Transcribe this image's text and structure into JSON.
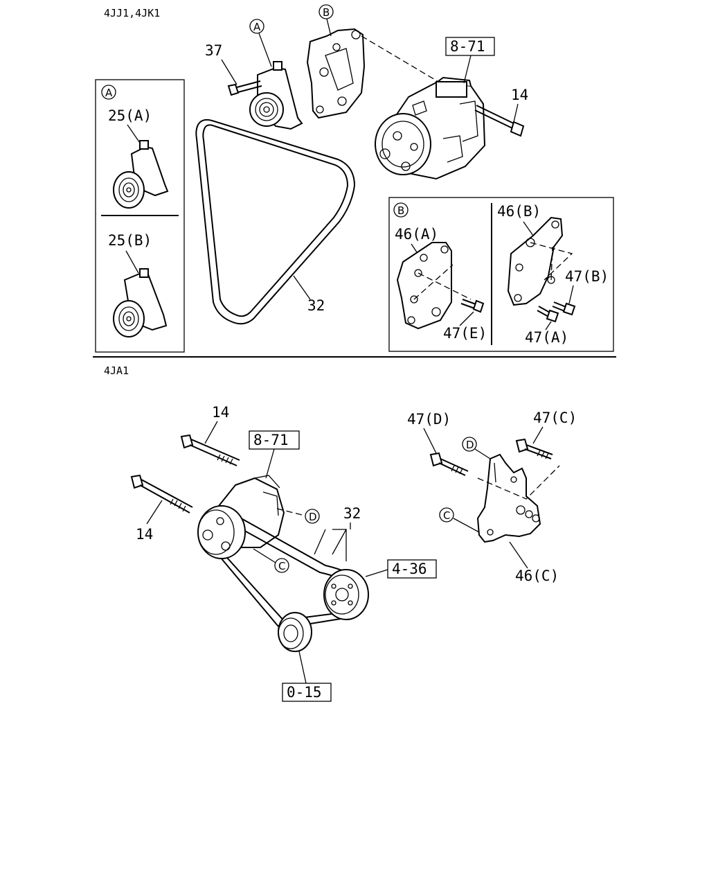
{
  "sections": {
    "top_header": "4JJ1,4JK1",
    "bottom_header": "4JA1"
  },
  "markers": {
    "a": "A",
    "b": "B",
    "c": "C",
    "d": "D"
  },
  "top": {
    "ref_8_71": "8-71",
    "bolt_37": "37",
    "bolt_14": "14",
    "belt_32": "32",
    "inset_a": {
      "idler_a": "25(A)",
      "idler_b": "25(B)"
    },
    "inset_b": {
      "bracket_46a": "46(A)",
      "bracket_46b": "46(B)",
      "bolt_47b": "47(B)",
      "bolt_47e": "47(E)",
      "bolt_47a": "47(A)"
    }
  },
  "bottom": {
    "bolt_14_upper": "14",
    "bolt_14_lower": "14",
    "ref_8_71": "8-71",
    "belt_32": "32",
    "ref_4_36": "4-36",
    "ref_0_15": "0-15",
    "bolt_47d": "47(D)",
    "bolt_47c": "47(C)",
    "bracket_46c": "46(C)"
  }
}
